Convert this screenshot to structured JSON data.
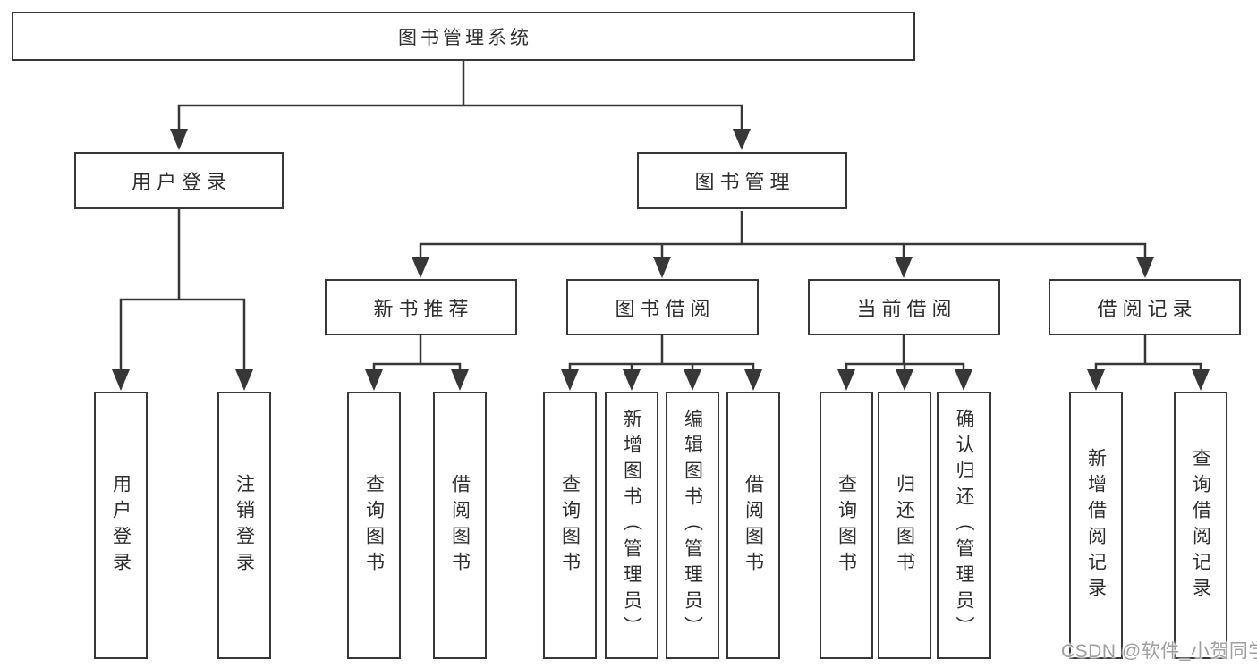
{
  "palette": {
    "line_color": "#373737",
    "text_color": "#2e2e2e",
    "watermark_color": "#9e9e9e",
    "background": "#ffffff"
  },
  "watermark": "CSDN @软件_小贺同学",
  "tree": {
    "root": {
      "label": "图书管理系统"
    },
    "branches": [
      {
        "label": "用户登录",
        "children": [
          "用户登录",
          "注销登录"
        ]
      },
      {
        "label": "图书管理",
        "children": [
          {
            "label": "新书推荐",
            "children": [
              "查询图书",
              "借阅图书"
            ]
          },
          {
            "label": "图书借阅",
            "children": [
              "查询图书",
              "新增图书（管理员）",
              "编辑图书（管理员）",
              "借阅图书"
            ]
          },
          {
            "label": "当前借阅",
            "children": [
              "查询图书",
              "归还图书",
              "确认归还（管理员）"
            ]
          },
          {
            "label": "借阅记录",
            "children": [
              "新增借阅记录",
              "查询借阅记录"
            ]
          }
        ]
      }
    ]
  }
}
